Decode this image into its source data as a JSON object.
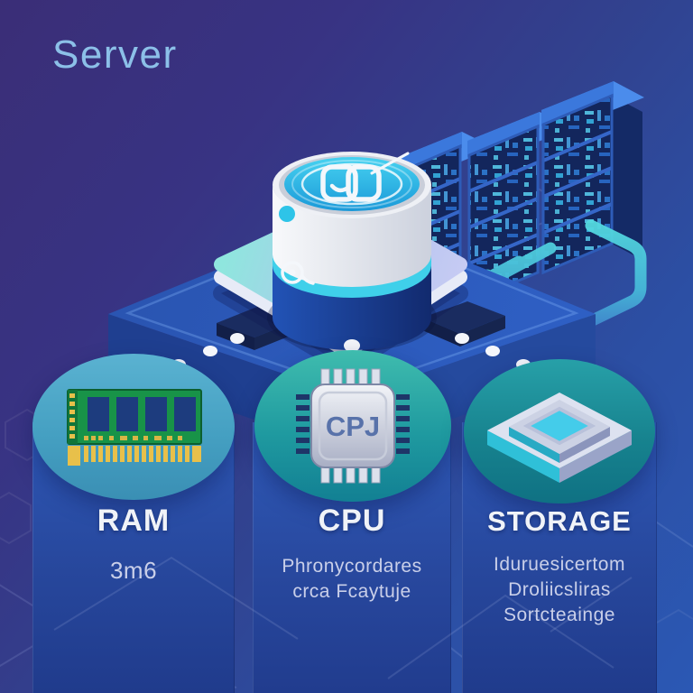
{
  "title": "Server",
  "colors": {
    "background_top_left": "#3a2e77",
    "background_bottom_right": "#2b58b4",
    "title_text": "#8cc0e8",
    "accent_teal": "#4fd4dc",
    "label_text": "#f0f3f8",
    "description_text": "#c9cfe9"
  },
  "components": [
    {
      "id": "ram",
      "label": "RAM",
      "icon": "ram-stick-icon",
      "description_lines": [
        "3m6"
      ]
    },
    {
      "id": "cpu",
      "label": "CPU",
      "icon": "cpu-chip-icon",
      "chip_text": "CPJ",
      "description_lines": [
        "Phronycordares",
        "crca Fcaytuje"
      ]
    },
    {
      "id": "storage",
      "label": "STORAGE",
      "icon": "storage-layers-icon",
      "description_lines": [
        "Iduruesicertom",
        "Droliicsliras",
        "Sortcteainge"
      ]
    }
  ]
}
